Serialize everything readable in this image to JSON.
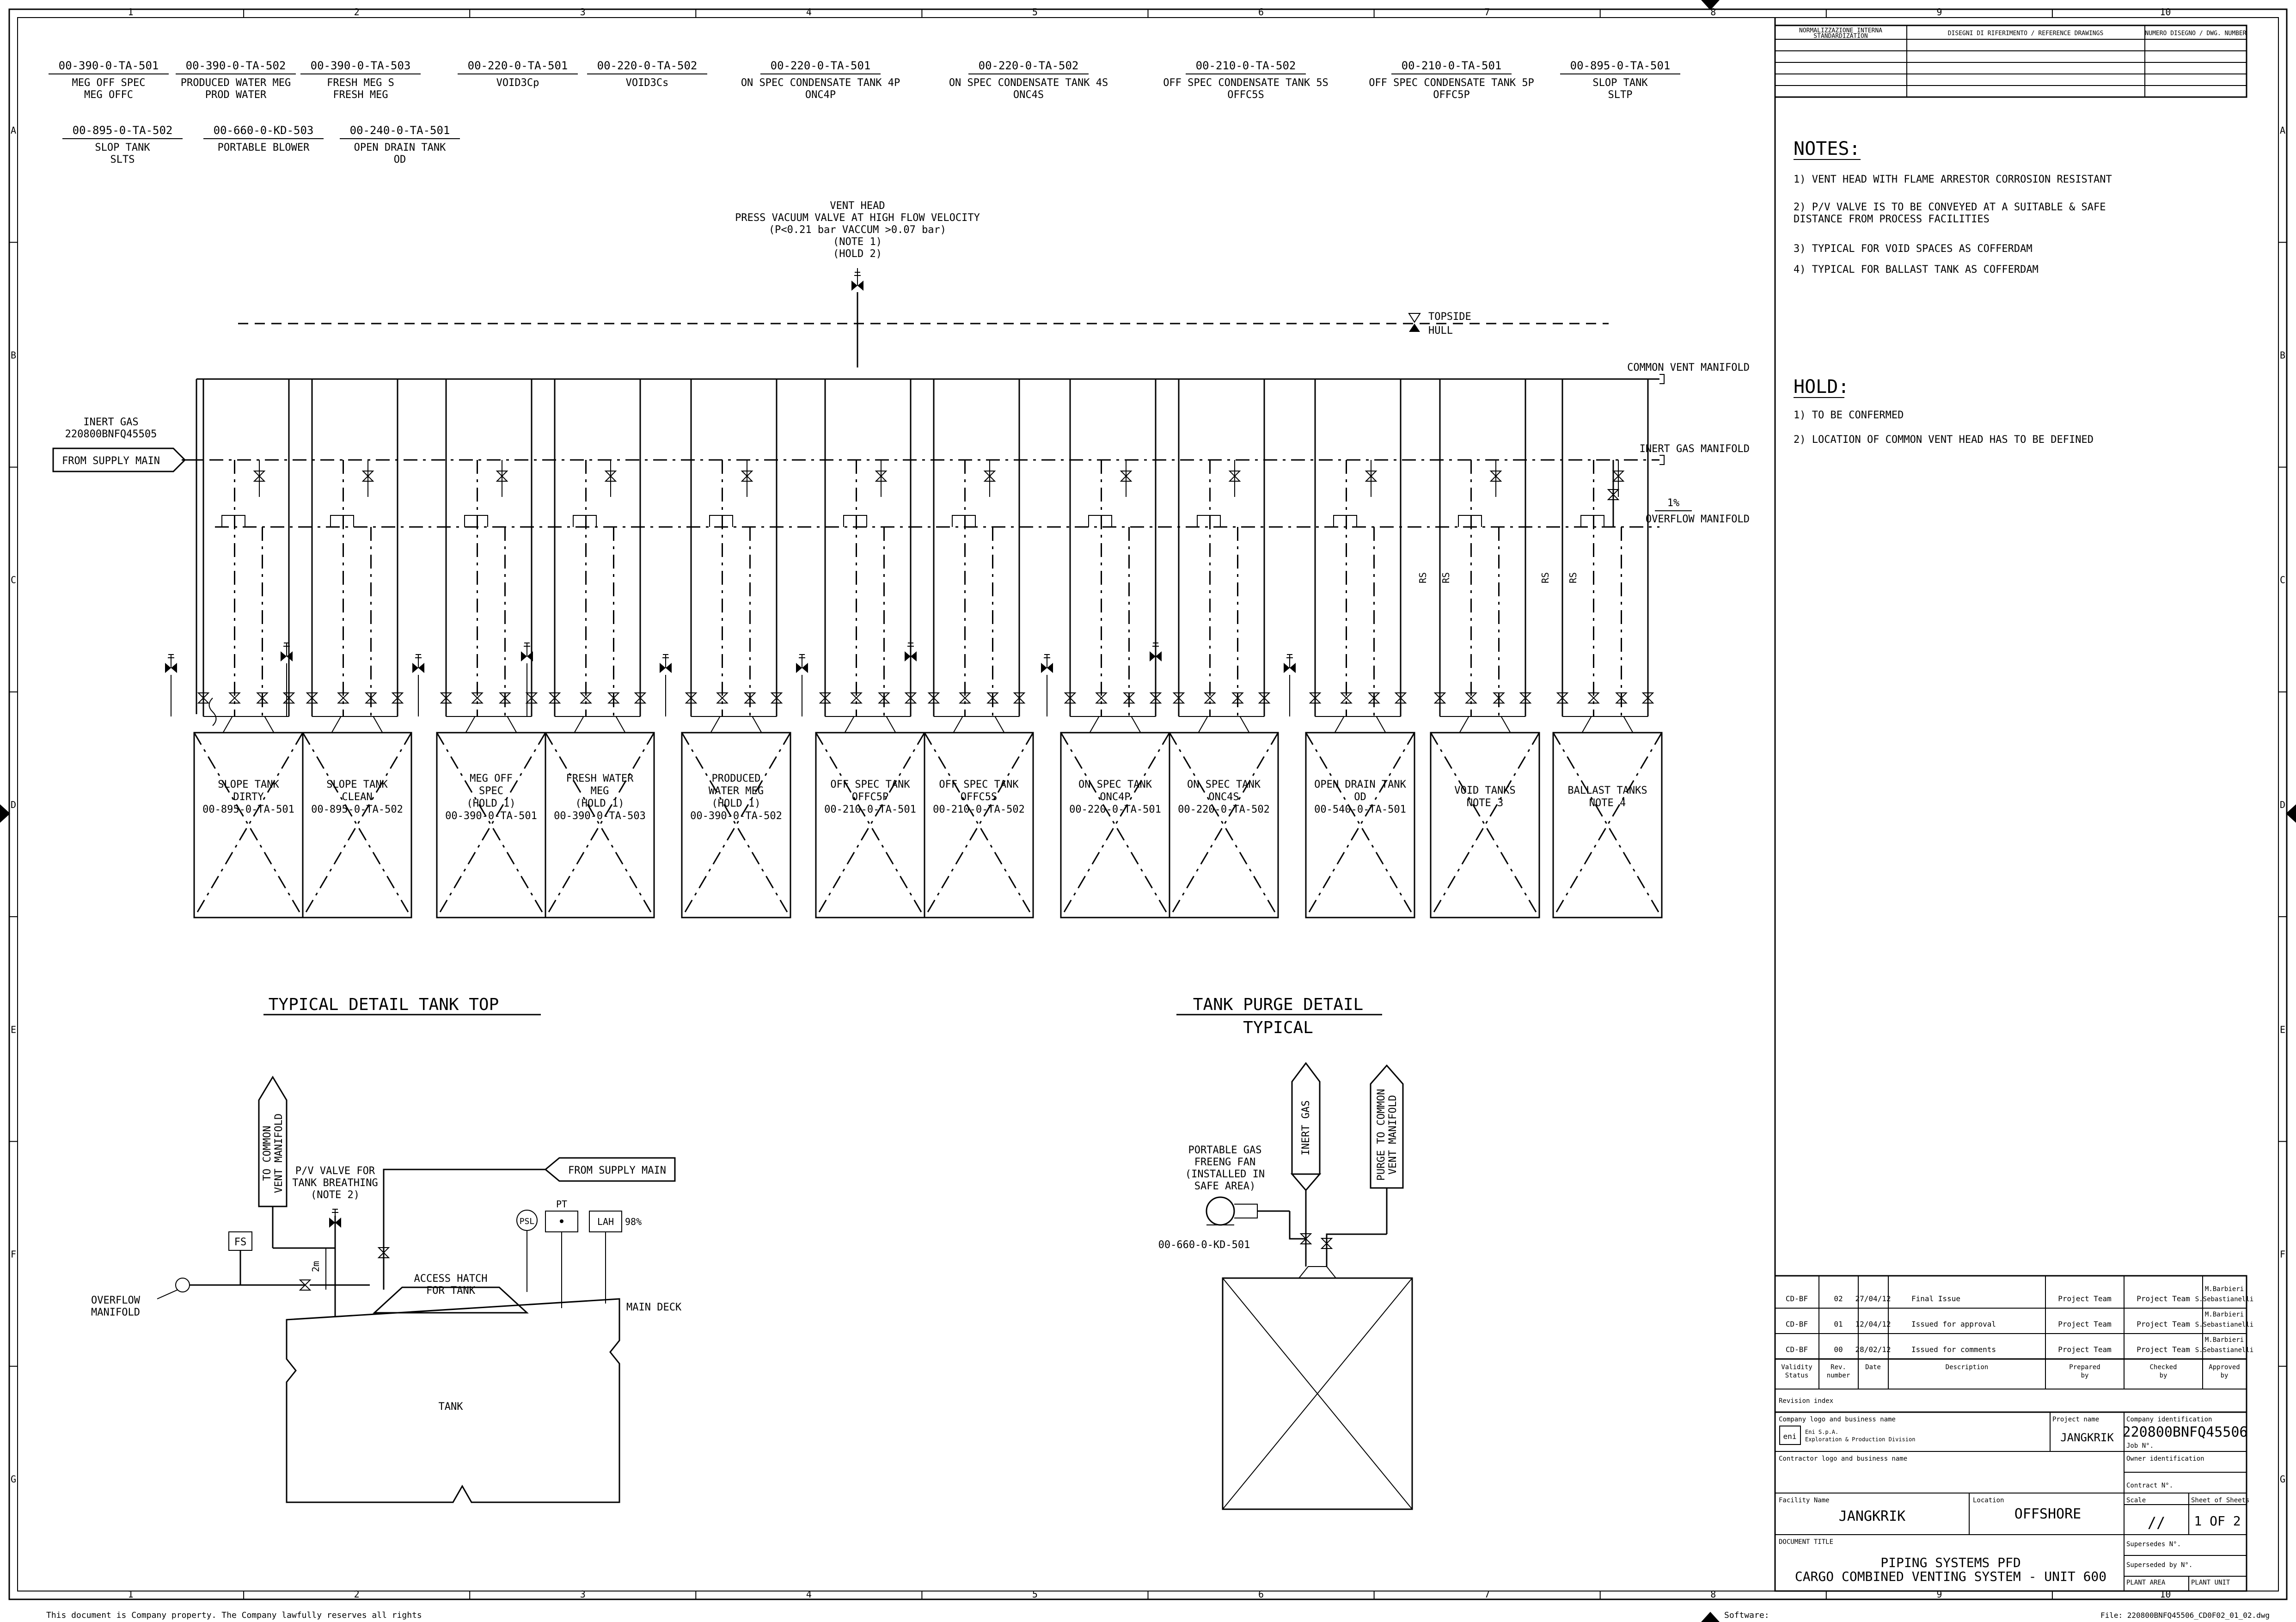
{
  "grid": {
    "cols": [
      "1",
      "2",
      "3",
      "4",
      "5",
      "6",
      "7",
      "8",
      "9",
      "10"
    ],
    "rows": [
      "A",
      "B",
      "C",
      "D",
      "E",
      "F",
      "G"
    ]
  },
  "legend": [
    {
      "tag": "00-390-0-TA-501",
      "desc": [
        "MEG OFF SPEC",
        "MEG OFFC"
      ]
    },
    {
      "tag": "00-390-0-TA-502",
      "desc": [
        "PRODUCED WATER MEG",
        "PROD WATER"
      ]
    },
    {
      "tag": "00-390-0-TA-503",
      "desc": [
        "FRESH MEG S",
        "FRESH MEG"
      ]
    },
    {
      "tag": "00-220-0-TA-501",
      "desc": [
        "VOID3Cp"
      ]
    },
    {
      "tag": "00-220-0-TA-502",
      "desc": [
        "VOID3Cs"
      ]
    },
    {
      "tag": "00-220-0-TA-501",
      "desc": [
        "ON SPEC CONDENSATE TANK 4P",
        "ONC4P"
      ]
    },
    {
      "tag": "00-220-0-TA-502",
      "desc": [
        "ON SPEC CONDENSATE TANK 4S",
        "ONC4S"
      ]
    },
    {
      "tag": "00-210-0-TA-502",
      "desc": [
        "OFF SPEC CONDENSATE TANK 5S",
        "OFFC5S"
      ]
    },
    {
      "tag": "00-210-0-TA-501",
      "desc": [
        "OFF SPEC CONDENSATE TANK 5P",
        "OFFC5P"
      ]
    },
    {
      "tag": "00-895-0-TA-501",
      "desc": [
        "SLOP TANK",
        "SLTP"
      ]
    },
    {
      "tag": "00-895-0-TA-502",
      "desc": [
        "SLOP TANK",
        "SLTS"
      ]
    },
    {
      "tag": "00-660-0-KD-503",
      "desc": [
        "PORTABLE BLOWER"
      ]
    },
    {
      "tag": "00-240-0-TA-501",
      "desc": [
        "OPEN DRAIN TANK",
        "OD"
      ]
    }
  ],
  "vent_head": [
    "VENT HEAD",
    "PRESS VACUUM VALVE AT HIGH FLOW VELOCITY",
    "(P<0.21 bar VACCUM >0.07 bar)",
    "(NOTE 1)",
    "(HOLD 2)"
  ],
  "topside_labels": [
    "TOPSIDE",
    "HULL"
  ],
  "manifolds": {
    "common_vent": "COMMON VENT MANIFOLD",
    "inert_gas": "INERT GAS MANIFOLD",
    "overflow": "OVERFLOW MANIFOLD",
    "slope": "1%"
  },
  "inert_gas_source": [
    "INERT GAS",
    "220800BNFQ45505"
  ],
  "from_supply": "FROM SUPPLY MAIN",
  "rs_label": "RS",
  "tanks": [
    {
      "lines": [
        "SLOPE TANK",
        "DIRTY",
        "00-895-0-TA-501"
      ]
    },
    {
      "lines": [
        "SLOPE TANK",
        "CLEAN",
        "00-895-0-TA-502"
      ]
    },
    {
      "lines": [
        "MEG OFF",
        "SPEC",
        "(HOLD 1)",
        "00-390-0-TA-501"
      ]
    },
    {
      "lines": [
        "FRESH WATER",
        "MEG",
        "(HOLD 1)",
        "00-390-0-TA-503"
      ]
    },
    {
      "lines": [
        "PRODUCED",
        "WATER MEG",
        "(HOLD 1)",
        "00-390-0-TA-502"
      ]
    },
    {
      "lines": [
        "OFF SPEC TANK",
        "OFFC5P",
        "00-210-0-TA-501"
      ]
    },
    {
      "lines": [
        "OFF SPEC TANK",
        "OFFC5S",
        "00-210-0-TA-502"
      ]
    },
    {
      "lines": [
        "ON SPEC TANK",
        "ONC4P",
        "00-220-0-TA-501"
      ]
    },
    {
      "lines": [
        "ON SPEC TANK",
        "ONC4S",
        "00-220-0-TA-502"
      ]
    },
    {
      "lines": [
        "OPEN DRAIN TANK",
        "OD",
        "00-540-0-TA-501"
      ]
    },
    {
      "lines": [
        "VOID TANKS",
        "NOTE 3"
      ]
    },
    {
      "lines": [
        "BALLAST TANKS",
        "NOTE 4"
      ]
    }
  ],
  "detail_tank_top": {
    "title": "TYPICAL DETAIL TANK TOP",
    "to_common": [
      "TO COMMON",
      "VENT MANIFOLD"
    ],
    "pv_valve": [
      "P/V VALVE FOR",
      "TANK BREATHING",
      "(NOTE 2)"
    ],
    "from_supply": "FROM SUPPLY MAIN",
    "fs": "FS",
    "psl": "PSL",
    "pt": "PT",
    "lah": "LAH",
    "lah_value": "98%",
    "height": "2m",
    "hatch": [
      "ACCESS HATCH",
      "FOR TANK"
    ],
    "main_deck": "MAIN DECK",
    "overflow": [
      "OVERFLOW",
      "MANIFOLD"
    ],
    "tank": "TANK"
  },
  "purge_detail": {
    "title": "TANK PURGE DETAIL",
    "subtitle": "TYPICAL",
    "inert_gas": "INERT GAS",
    "purge": [
      "PURGE TO COMMON",
      "VENT MANIFOLD"
    ],
    "fan": [
      "PORTABLE GAS",
      "FREENG FAN",
      "(INSTALLED IN",
      "SAFE AREA)"
    ],
    "fan_tag": "00-660-0-KD-501"
  },
  "notes": {
    "title": "NOTES:",
    "items": [
      "1) VENT HEAD WITH FLAME ARRESTOR CORROSION RESISTANT",
      "2) P/V VALVE IS TO BE CONVEYED AT A SUITABLE & SAFE",
      "    DISTANCE FROM PROCESS FACILITIES",
      "3) TYPICAL FOR VOID SPACES AS COFFERDAM",
      "4) TYPICAL FOR BALLAST TANK AS COFFERDAM"
    ]
  },
  "hold": {
    "title": "HOLD:",
    "items": [
      "1) TO BE CONFERMED",
      "2) LOCATION OF COMMON VENT HEAD HAS TO BE DEFINED"
    ]
  },
  "ref_header": {
    "std": [
      "NORMALIZZAZIONE INTERNA",
      "STANDARDIZATION"
    ],
    "ref": "DISEGNI DI RIFERIMENTO / REFERENCE DRAWINGS",
    "num": "NUMERO DISEGNO / DWG. NUMBER"
  },
  "revisions": [
    {
      "status": "CD-BF",
      "rev": "02",
      "date": "27/04/12",
      "desc": "Final Issue",
      "prepared": "Project Team",
      "checked": "Project Team",
      "approved": [
        "M.Barbieri",
        "S.Sebastianelli"
      ]
    },
    {
      "status": "CD-BF",
      "rev": "01",
      "date": "12/04/12",
      "desc": "Issued for approval",
      "prepared": "Project Team",
      "checked": "Project Team",
      "approved": [
        "M.Barbieri",
        "S.Sebastianelli"
      ]
    },
    {
      "status": "CD-BF",
      "rev": "00",
      "date": "28/02/12",
      "desc": "Issued for comments",
      "prepared": "Project Team",
      "checked": "Project Team",
      "approved": [
        "M.Barbieri",
        "S.Sebastianelli"
      ]
    }
  ],
  "rev_headers": {
    "status": [
      "Validity",
      "Status"
    ],
    "rev": [
      "Rev.",
      "number"
    ],
    "date": "Date",
    "desc": "Description",
    "prepared": [
      "Prepared",
      "by"
    ],
    "checked": [
      "Checked",
      "by"
    ],
    "approved": [
      "Approved",
      "by"
    ],
    "index": "Revision index"
  },
  "title_block": {
    "company_label": "Company logo and business name",
    "logo": "eni",
    "company_name": [
      "Eni S.p.A.",
      "Exploration & Production Division"
    ],
    "project_label": "Project name",
    "project": "JANGKRIK",
    "company_id_label": "Company identification",
    "company_id": "220800BNFQ45506",
    "job_label": "Job N°.",
    "contractor_label": "Contractor logo and business name",
    "owner_label": "Owner identification",
    "contract_label": "Contract N°.",
    "facility_label": "Facility Name",
    "facility": "JANGKRIK",
    "location_label": "Location",
    "location": "OFFSHORE",
    "scale_label": "Scale",
    "scale": "//",
    "sheet_label": "Sheet of Sheets",
    "sheet": "1 OF 2",
    "doc_title_label": "DOCUMENT TITLE",
    "doc_title": [
      "PIPING SYSTEMS PFD",
      "CARGO COMBINED VENTING SYSTEM - UNIT 600"
    ],
    "supersedes": "Supersedes N°.",
    "superseded": "Superseded by N°.",
    "plant_area": "PLANT AREA",
    "plant_unit": "PLANT UNIT"
  },
  "footer": {
    "left": "This document is Company property. The Company lawfully reserves all rights",
    "software": "Software:",
    "file": "File: 220800BNFQ45506_CD0F02_01_02.dwg"
  }
}
